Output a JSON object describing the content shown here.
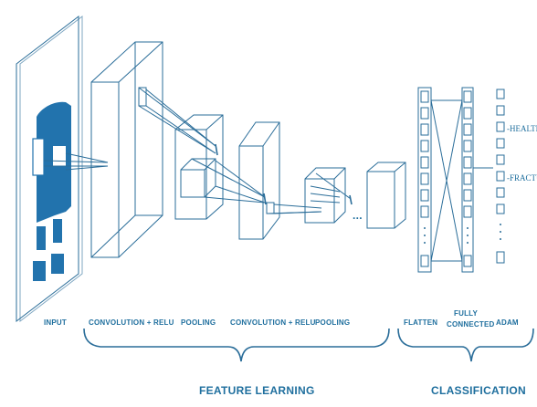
{
  "labels": {
    "input": "INPUT",
    "conv1": "CONVOLUTION + RELU",
    "pool1": "POOLING",
    "conv2": "CONVOLUTION + RELU",
    "pool2": "POOLING",
    "flatten": "FLATTEN",
    "fully_line1": "FULLY",
    "fully_line2": "CONNECTED",
    "adam": "ADAM",
    "feature_learning": "FEATURE LEARNING",
    "classification": "CLASSIFICATION",
    "out_healthy": "-HEALTH",
    "out_fracture": "-FRACTU",
    "ellipsis": "..."
  },
  "colors": {
    "line": "#2a6d99",
    "fill": "#2273ad",
    "text": "#1f6f9e"
  }
}
